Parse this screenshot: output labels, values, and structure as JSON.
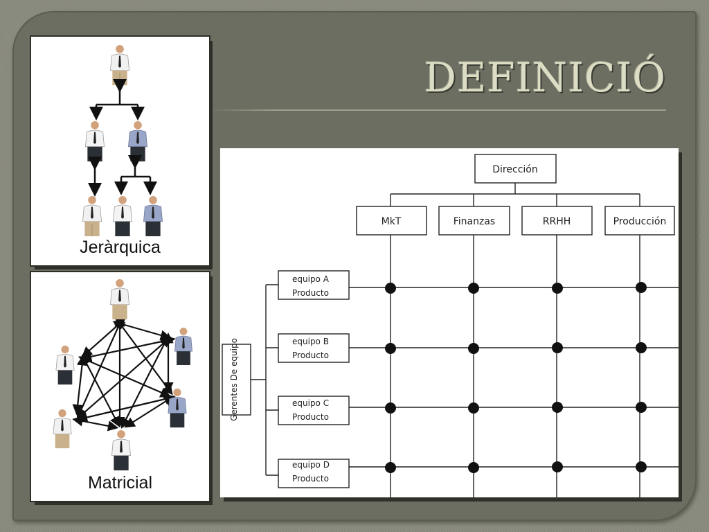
{
  "slide": {
    "title": "DEFINICIÓ"
  },
  "panels": {
    "hierarchical_label": "Jeràrquica",
    "matrix_label": "Matricial"
  },
  "org_chart": {
    "top": "Dirección",
    "departments": [
      "MkT",
      "Finanzas",
      "RRHH",
      "Producción"
    ],
    "manager_box": "Gerentes De equipo",
    "teams": [
      {
        "line1": "equipo A",
        "line2": "Producto"
      },
      {
        "line1": "equipo B",
        "line2": "Producto"
      },
      {
        "line1": "equipo C",
        "line2": "Producto"
      },
      {
        "line1": "equipo D",
        "line2": "Producto"
      }
    ]
  },
  "colors": {
    "slide_bg": "#6c6e62",
    "title": "#dcddc4",
    "shirt_white": "#f1f1f1",
    "shirt_blue": "#9aa6c8",
    "pants_khaki": "#c9b18c",
    "pants_dark": "#2b2f36"
  }
}
